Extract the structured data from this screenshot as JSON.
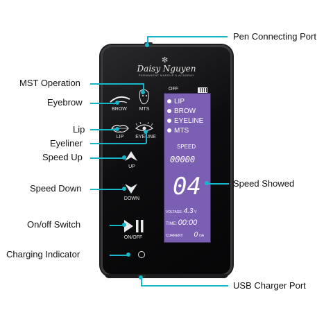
{
  "callouts": {
    "pen_port": "Pen Connecting Port",
    "mst": "MST Operation",
    "eyebrow": "Eyebrow",
    "lip": "Lip",
    "eyeliner": "Eyeliner",
    "speed_up": "Speed Up",
    "speed_down": "Speed Down",
    "onoff": "On/off Switch",
    "charging": "Charging Indicator",
    "speed_showed": "Speed Showed",
    "usb": "USB Charger Port"
  },
  "device": {
    "logo_script": "Daisy Nguyen",
    "logo_sub": "PERMANENT MAKEUP & ACADEMY",
    "buttons": {
      "brow": "BROW",
      "mts": "MTS",
      "lip": "LIP",
      "eyeline": "EYELINE",
      "up": "UP",
      "down": "DOWN",
      "onoff": "ON/OFF"
    }
  },
  "screen": {
    "off": "OFF",
    "modes": [
      "LIP",
      "BROW",
      "EYELINE",
      "MTS"
    ],
    "speed_label": "SPEED",
    "speed_value": "00000",
    "level": "04",
    "voltage_label": "VOLTAGE:",
    "voltage_value": "4.3",
    "voltage_unit": "V",
    "time_label": "TIME:",
    "time_value": "00:00",
    "current_label": "CURRENT:",
    "current_value": "0",
    "current_unit": "mA"
  },
  "colors": {
    "accent": "#17b6c9",
    "screen": "#7a5fb3",
    "device": "#0d0d0f"
  }
}
